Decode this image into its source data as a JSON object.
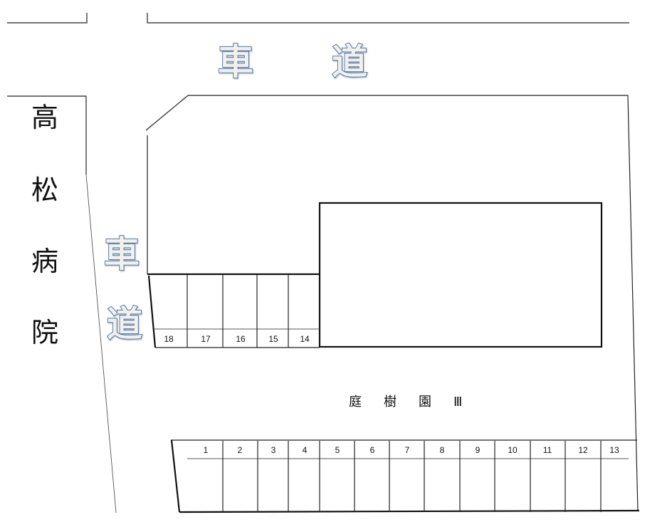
{
  "diagram": {
    "type": "parking-site-plan",
    "road_top_label": [
      "車",
      "道"
    ],
    "road_left_label": [
      "車",
      "道"
    ],
    "hospital_label": [
      "高",
      "松",
      "病",
      "院"
    ],
    "building_name": [
      "庭",
      "樹",
      "園",
      "Ⅲ"
    ],
    "parking_upper": {
      "numbers": [
        "18",
        "17",
        "16",
        "15",
        "14"
      ]
    },
    "parking_lower": {
      "numbers": [
        "1",
        "2",
        "3",
        "4",
        "5",
        "6",
        "7",
        "8",
        "9",
        "10",
        "11",
        "12",
        "13"
      ]
    },
    "colors": {
      "road_text_fill": "#f2f0e8",
      "road_text_outline": "#2f5f9f",
      "line": "#111111"
    }
  }
}
